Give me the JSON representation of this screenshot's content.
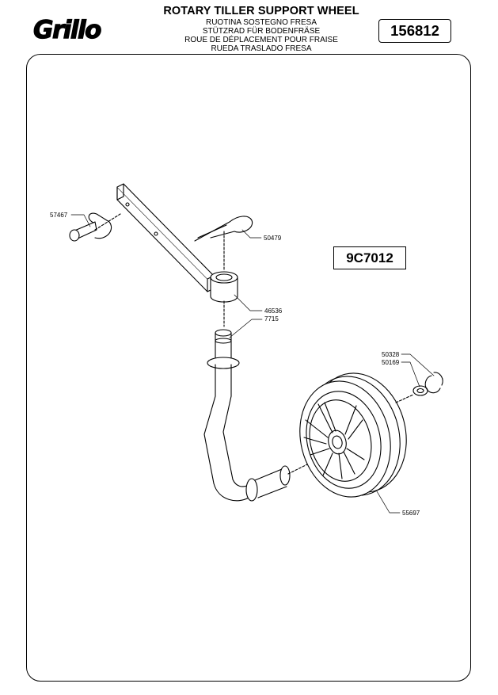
{
  "header": {
    "brand": "Grillo",
    "title": "ROTARY TILLER SUPPORT WHEEL",
    "subtitles": [
      "RUOTINA SOSTEGNO FRESA",
      "STÜTZRAD FÜR BODENFRÄSE",
      "ROUE DE DÉPLACEMENT POUR FRAISE",
      "RUEDA TRASLADO FRESA"
    ],
    "document_code": "156812"
  },
  "diagram": {
    "model_code": "9C7012",
    "callouts": {
      "linch_pin": "57467",
      "spring_clip": "50479",
      "bushing": "46536",
      "fork_shaft": "7715",
      "circlip": "50328",
      "washer": "50169",
      "wheel": "55697"
    }
  }
}
